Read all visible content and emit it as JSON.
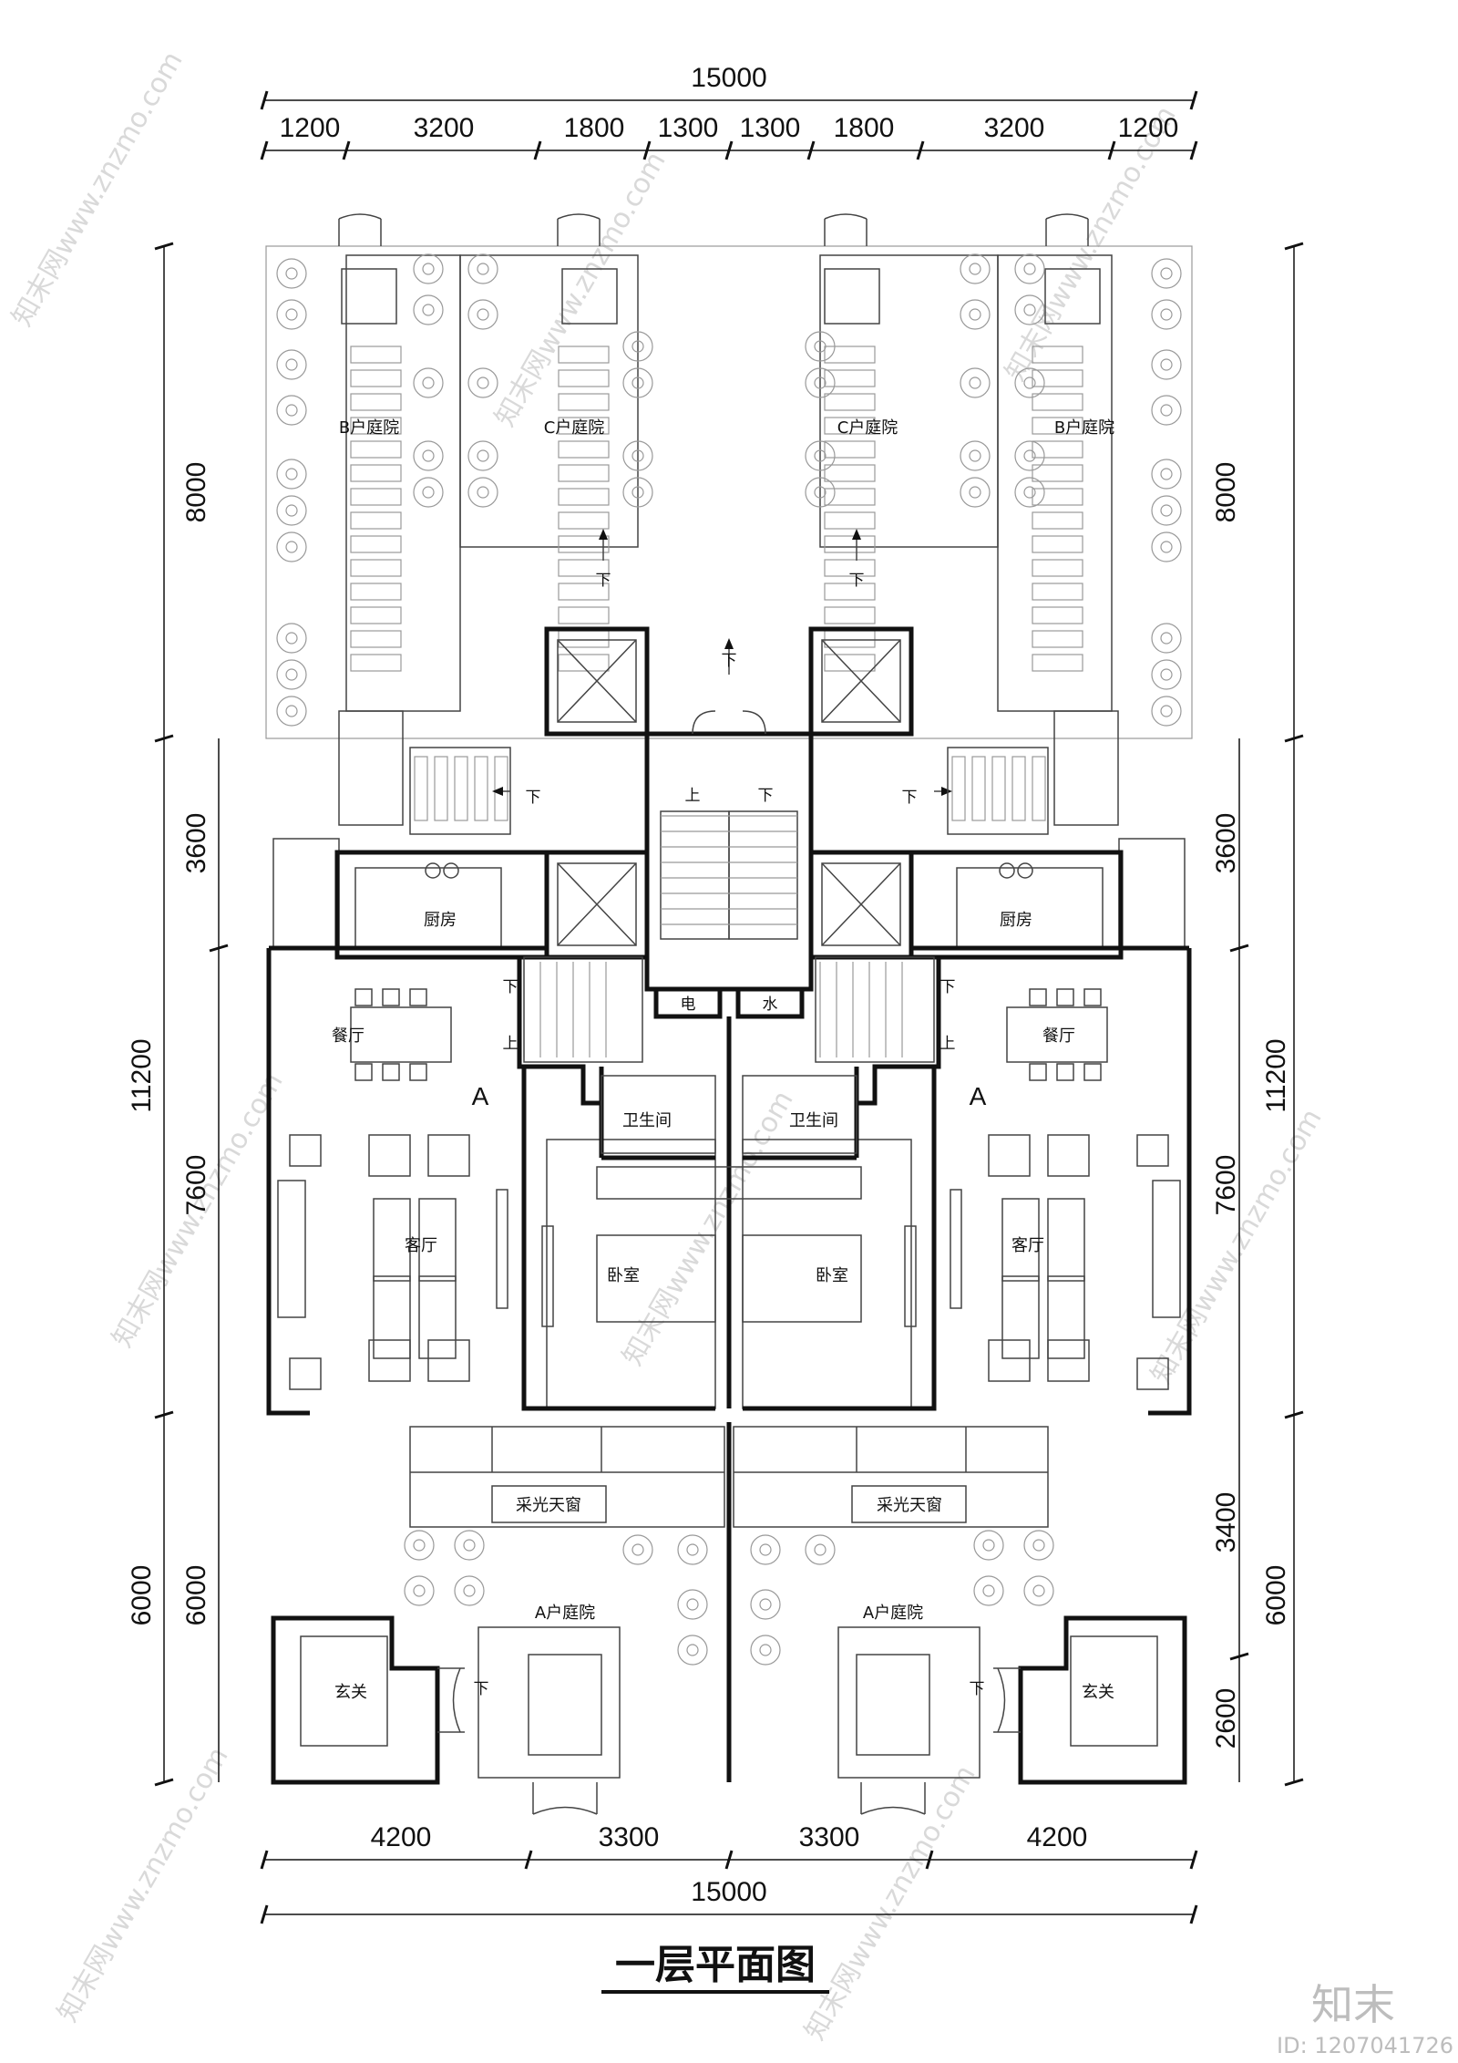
{
  "title": "一层平面图",
  "brand": "知末",
  "image_id": "ID: 1207041726",
  "watermark": "知末网www.znzmo.com",
  "dims": {
    "top_total": "15000",
    "top_segments": [
      "1200",
      "3200",
      "1800",
      "1300",
      "1300",
      "1800",
      "3200",
      "1200"
    ],
    "bottom_segments": [
      "4200",
      "3300",
      "3300",
      "4200"
    ],
    "bottom_total": "15000",
    "left_outer": [
      "8000",
      "11200",
      "6000"
    ],
    "left_inner": [
      "3600",
      "7600",
      "6000"
    ],
    "right_outer": [
      "8000",
      "11200",
      "6000"
    ],
    "right_inner": [
      "3600",
      "7600",
      "3400",
      "2600"
    ]
  },
  "rooms": {
    "b_courtyard": "B户庭院",
    "c_courtyard": "C户庭院",
    "kitchen": "厨房",
    "dining": "餐厅",
    "living": "客厅",
    "bathroom": "卫生间",
    "bedroom": "卧室",
    "skylight": "采光天窗",
    "a_courtyard": "A户庭院",
    "foyer": "玄关",
    "unit_a": "A",
    "electric": "电",
    "water": "水",
    "up": "上",
    "down": "下"
  }
}
